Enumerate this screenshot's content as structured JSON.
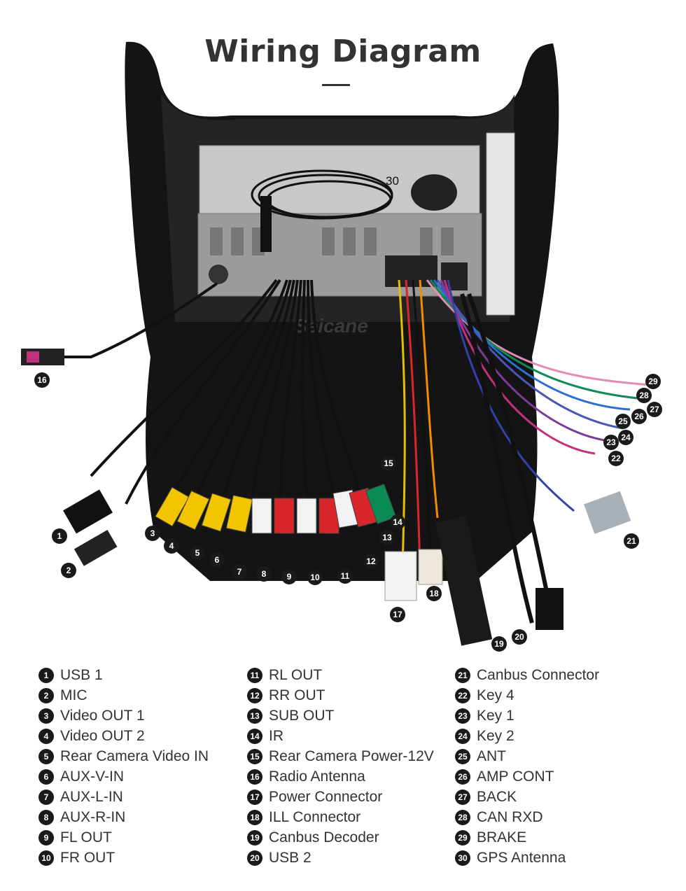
{
  "title": "Wiring Diagram",
  "watermark": "Seicane",
  "colors": {
    "frame": "#141414",
    "head_unit": "#9b9b9b",
    "rca_yellow": "#f2c500",
    "rca_white": "#f2f2f2",
    "rca_red": "#d8262b",
    "rca_green": "#0a8a55",
    "badge": "#1a1a1a"
  },
  "callouts": [
    "1",
    "2",
    "3",
    "4",
    "5",
    "6",
    "7",
    "8",
    "9",
    "10",
    "11",
    "12",
    "13",
    "14",
    "15",
    "16",
    "17",
    "18",
    "19",
    "20",
    "21",
    "22",
    "23",
    "24",
    "25",
    "26",
    "27",
    "28",
    "29",
    "30"
  ],
  "legend": {
    "col1": [
      {
        "num": "1",
        "label": "USB 1"
      },
      {
        "num": "2",
        "label": "MIC"
      },
      {
        "num": "3",
        "label": "Video OUT 1"
      },
      {
        "num": "4",
        "label": "Video OUT 2"
      },
      {
        "num": "5",
        "label": "Rear Camera Video IN"
      },
      {
        "num": "6",
        "label": "AUX-V-IN"
      },
      {
        "num": "7",
        "label": "AUX-L-IN"
      },
      {
        "num": "8",
        "label": "AUX-R-IN"
      },
      {
        "num": "9",
        "label": "FL OUT"
      },
      {
        "num": "10",
        "label": "FR OUT"
      }
    ],
    "col2": [
      {
        "num": "11",
        "label": "RL OUT"
      },
      {
        "num": "12",
        "label": "RR OUT"
      },
      {
        "num": "13",
        "label": "SUB OUT"
      },
      {
        "num": "14",
        "label": "IR"
      },
      {
        "num": "15",
        "label": "Rear Camera Power-12V"
      },
      {
        "num": "16",
        "label": "Radio Antenna"
      },
      {
        "num": "17",
        "label": "Power Connector"
      },
      {
        "num": "18",
        "label": "ILL Connector"
      },
      {
        "num": "19",
        "label": "Canbus Decoder"
      },
      {
        "num": "20",
        "label": "USB 2"
      }
    ],
    "col3": [
      {
        "num": "21",
        "label": "Canbus Connector"
      },
      {
        "num": "22",
        "label": "Key 4"
      },
      {
        "num": "23",
        "label": "Key 1"
      },
      {
        "num": "24",
        "label": "Key 2"
      },
      {
        "num": "25",
        "label": "ANT"
      },
      {
        "num": "26",
        "label": "AMP CONT"
      },
      {
        "num": "27",
        "label": "BACK"
      },
      {
        "num": "28",
        "label": "CAN RXD"
      },
      {
        "num": "29",
        "label": "BRAKE"
      },
      {
        "num": "30",
        "label": "GPS Antenna"
      }
    ]
  }
}
